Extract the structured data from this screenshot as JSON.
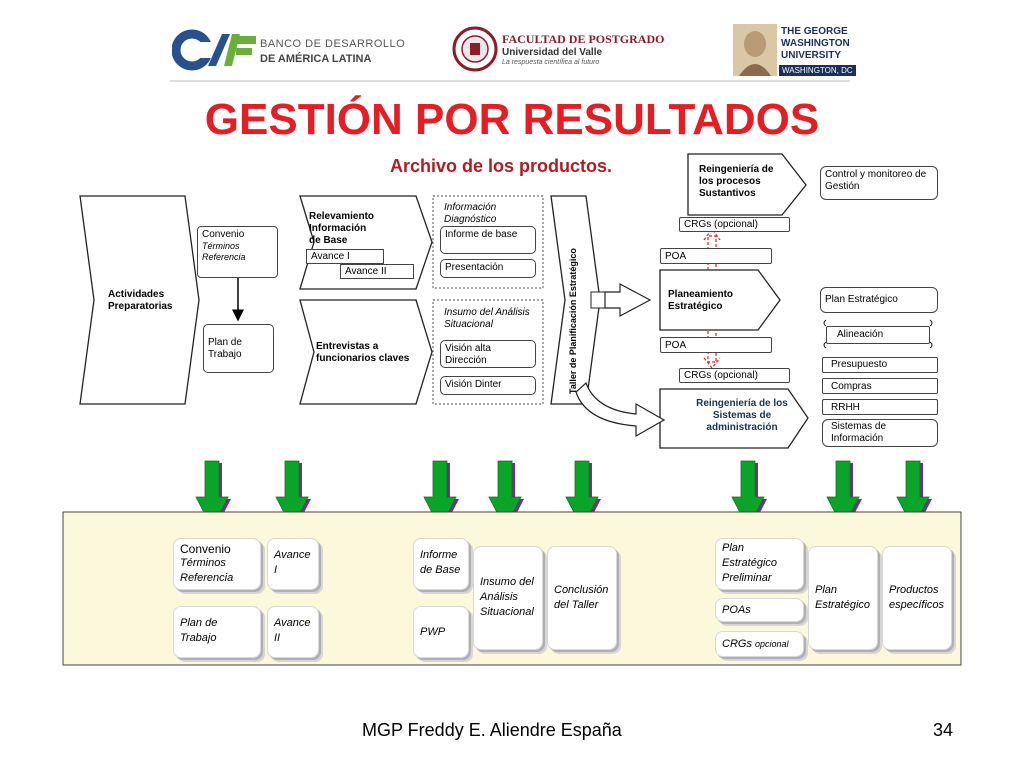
{
  "header": {
    "caf_logo_text": "CAF",
    "caf_line1": "BANCO DE DESARROLLO",
    "caf_line2": "DE AMÉRICA LATINA",
    "univalle_line1": "FACULTAD DE POSTGRADO",
    "univalle_line2": "Universidad del Valle",
    "univalle_line3": "La respuesta científica al futuro",
    "gwu_line1": "THE GEORGE",
    "gwu_line2": "WASHINGTON",
    "gwu_line3": "UNIVERSITY",
    "gwu_line4": "WASHINGTON, DC"
  },
  "title": "GESTIÓN POR RESULTADOS",
  "subtitle": "Archivo de los productos.",
  "diagram": {
    "actividades": "Actividades Preparatorias",
    "convenio": "Convenio",
    "terminos": "Términos",
    "referencia": "Referencia",
    "plan_trabajo": "Plan de Trabajo",
    "relevamiento1": "Relevamiento",
    "relevamiento2": "Información",
    "relevamiento3": "de Base",
    "avance1": "Avance I",
    "avance2": "Avance II",
    "entrevistas": "Entrevistas a funcionarios claves",
    "info_diag1": "Información",
    "info_diag2": "Diagnóstico",
    "informe_base": "Informe de base",
    "presentacion": "Presentación",
    "insumo1": "Insumo del Análisis",
    "insumo2": "Situacional",
    "vision_alta": "Visión alta Dirección",
    "vision_dinter": "Visión Dinter",
    "taller": "Taller de Planificación Estratégico",
    "reingenieria_procesos": "Reingeniería de los procesos Sustantivos",
    "crgs_top": "CRGs (opcional)",
    "poa_top": "POA",
    "planeamiento": "Planeamiento Estratégico",
    "poa_bottom": "POA",
    "crgs_bottom": "CRGs (opcional)",
    "reingenieria_sistemas": "Reingeniería de los Sistemas de administración",
    "control": "Control y monitoreo de Gestión",
    "plan_estrategico": "Plan Estratégico",
    "alineacion": "Alineación",
    "presupuesto": "Presupuesto",
    "compras": "Compras",
    "rrhh": "RRHH",
    "sistemas_info": "Sistemas de Información"
  },
  "archive": {
    "convenio": "Convenio",
    "terminos": "Términos",
    "referencia": "Referencia",
    "avance1a": "Avance",
    "avance1b": "I",
    "plan_trabajo": "Plan de Trabajo",
    "avance2a": "Avance",
    "avance2b": "II",
    "informe_base": "Informe de Base",
    "pwp": "PWP",
    "insumo": "Insumo del Análisis Situacional",
    "conclusion": "Conclusión del Taller",
    "plan_prelim": "Plan Estratégico Preliminar",
    "poas": "POAs",
    "crgs": "CRGs",
    "crgs_opcional": "opcional",
    "plan_estrategico": "Plan Estratégico",
    "productos": "Productos específicos"
  },
  "footer": {
    "author": "MGP Freddy E. Aliendre España",
    "page": "34"
  },
  "colors": {
    "title_red": "#e31e24",
    "arrow_green": "#0aa528",
    "arrow_shadow": "#7b2b8c",
    "panel_fill": "#fbf8dc",
    "dashed_red": "#e0202a"
  }
}
